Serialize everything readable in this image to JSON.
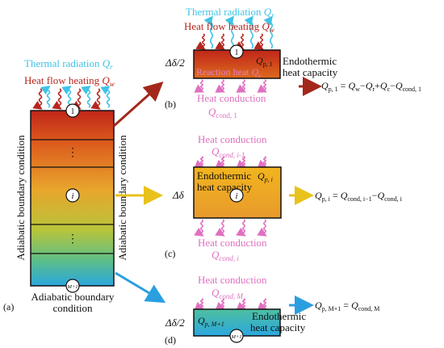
{
  "colors": {
    "heat_flow": "#b5261e",
    "thermal_radiation": "#3fc3e6",
    "conduction": "#e070c0",
    "text_dark": "#111111",
    "top_red": "#c0261a",
    "mid_orange": "#e6a52a",
    "bottom_blue": "#2aa7de",
    "arrow_red": "#a3281c",
    "arrow_yellow": "#e9c21c",
    "arrow_blue": "#2a9fe0"
  },
  "panel_a": {
    "label": "(a)",
    "top_radiation": {
      "text": "Thermal radiation ",
      "sym": "Q",
      "sub": "r"
    },
    "top_heatflow": {
      "text": "Heat flow heating ",
      "sym": "Q",
      "sub": "w"
    },
    "left_condition": "Adiabatic boundary condition",
    "right_condition": "Adiabatic boundary condition",
    "bottom_condition_line1": "Adiabatic boundary",
    "bottom_condition_line2": "condition",
    "node_top": "1",
    "node_mid": "i",
    "node_bottom": "M+1",
    "dots": "⋮"
  },
  "panel_b": {
    "label": "(b)",
    "radiation": {
      "text": "Thermal radiation ",
      "sym": "Q",
      "sub": "r"
    },
    "heatflow": {
      "text": "Heat flow heating ",
      "sym": "Q",
      "sub": "w"
    },
    "thickness": "Δδ/2",
    "node": "1",
    "capacity_sym": "Q",
    "capacity_sub": "p, 1",
    "reaction": {
      "text": "Reaction heat ",
      "sym": "Q",
      "sub": "c"
    },
    "endothermic_line1": "Endothermic",
    "endothermic_line2": "heat capacity",
    "conduction": "Heat conduction",
    "conduction_sym": "Q",
    "conduction_sub": "cond, 1",
    "equation": {
      "lhs_sub": "p, 1",
      "rhs": [
        {
          "sym": "Q",
          "sub": "w"
        },
        {
          "op": "−",
          "sym": "Q",
          "sub": "r"
        },
        {
          "op": "+",
          "sym": "Q",
          "sub": "c"
        },
        {
          "op": "−",
          "sym": "Q",
          "sub": "cond, 1"
        }
      ]
    }
  },
  "panel_c": {
    "label": "(c)",
    "conduction_top": "Heat conduction",
    "conduction_top_sub": "cond, i-1",
    "conduction_bottom": "Heat conduction",
    "conduction_bottom_sub": "cond, i",
    "thickness": "Δδ",
    "node": "i",
    "endothermic_line1": "Endothermic",
    "endothermic_line2": "heat capacity",
    "capacity_sub": "p, i",
    "equation": {
      "lhs_sub": "p, i",
      "rhs": [
        {
          "sym": "Q",
          "sub": "cond, i−1"
        },
        {
          "op": "−",
          "sym": "Q",
          "sub": "cond, i"
        }
      ]
    }
  },
  "panel_d": {
    "label": "(d)",
    "conduction": "Heat conduction",
    "conduction_sub": "cond, M",
    "thickness": "Δδ/2",
    "node": "M+1",
    "capacity_sub": "p, M+1",
    "endothermic_line1": "Endothermic",
    "endothermic_line2": "heat capacity",
    "equation": {
      "lhs_sub": "p, M+1",
      "rhs": [
        {
          "sym": "Q",
          "sub": "cond, M"
        }
      ]
    }
  },
  "eq_symbol": "Q",
  "eq_equals": " = "
}
